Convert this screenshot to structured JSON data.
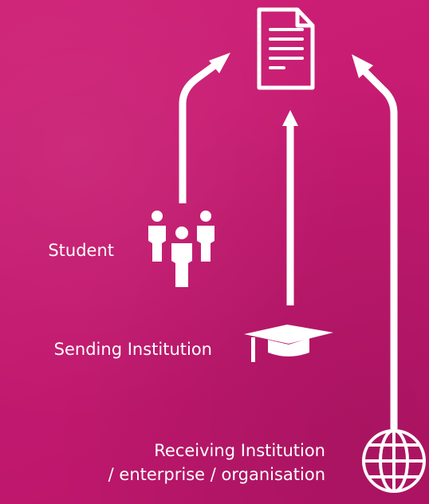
{
  "colors": {
    "background": "#c41a70",
    "foreground": "#ffffff"
  },
  "nodes": {
    "student": {
      "label": "Student",
      "icon": "people-group-icon"
    },
    "sending": {
      "label": "Sending Institution",
      "icon": "graduation-cap-icon"
    },
    "receiving": {
      "label_line1": "Receiving Institution",
      "label_line2": "/ enterprise / organisation",
      "icon": "globe-icon"
    },
    "document": {
      "icon": "document-icon"
    }
  }
}
